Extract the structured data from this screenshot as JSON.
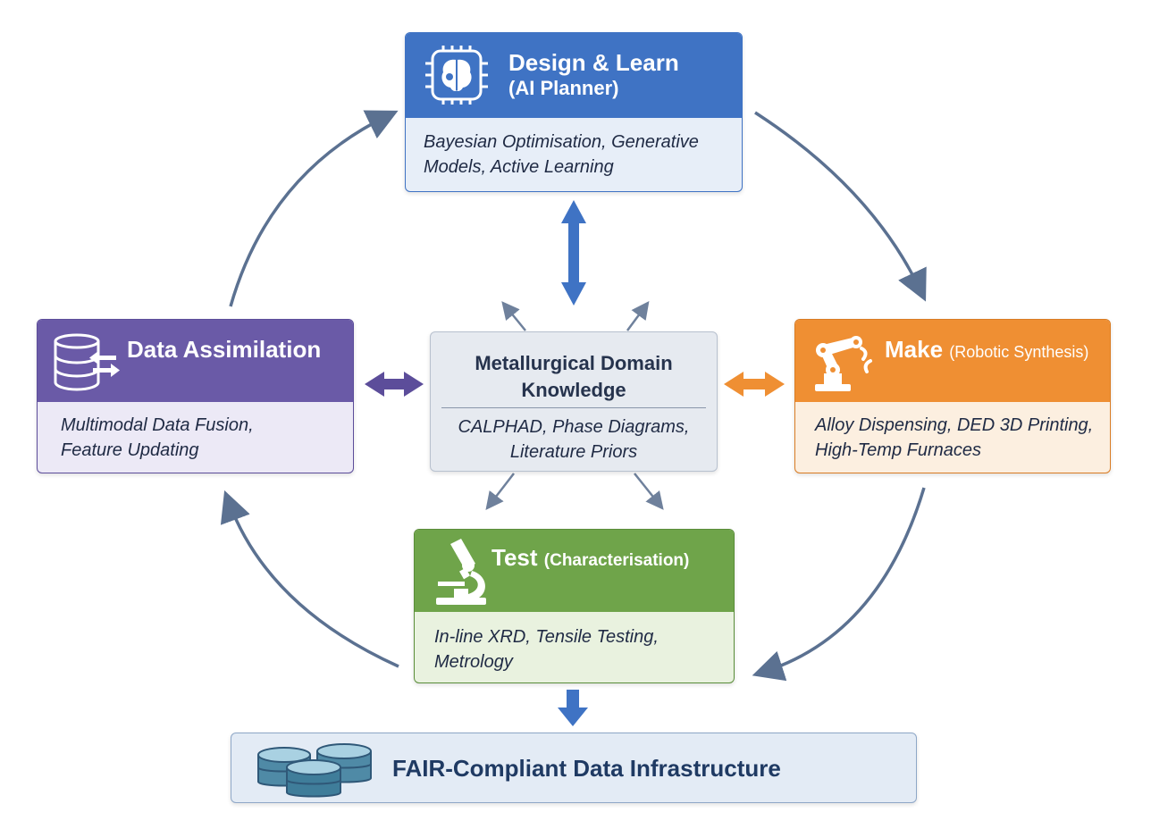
{
  "colors": {
    "design": "#3f73c4",
    "design_body": "#e7eef8",
    "data": "#6a5aa7",
    "data_body": "#ece9f6",
    "make": "#ef8f33",
    "make_body": "#fcefe0",
    "test": "#6fa44a",
    "test_body": "#e9f2df",
    "center_bg": "#e6eaf0",
    "fair_bg": "#e3ebf5",
    "cycle_arrow": "#5b7191"
  },
  "design": {
    "icon": "ai-chip-brain-icon",
    "title": "Design & Learn",
    "subtitle": "(AI Planner)",
    "body_line1": "Bayesian Optimisation, Generative",
    "body_line2": "Models, Active Learning"
  },
  "data_assimilation": {
    "icon": "database-sync-icon",
    "title": "Data Assimilation",
    "body_line1": "Multimodal Data Fusion,",
    "body_line2": "Feature Updating"
  },
  "domain": {
    "title_line1": "Metallurgical Domain",
    "title_line2": "Knowledge",
    "body_line1": "CALPHAD, Phase Diagrams,",
    "body_line2": "Literature Priors"
  },
  "make": {
    "icon": "robot-arm-icon",
    "title": "Make",
    "subtitle": "(Robotic Synthesis)",
    "body_line1": "Alloy Dispensing, DED 3D Printing,",
    "body_line2": "High-Temp Furnaces"
  },
  "test": {
    "icon": "microscope-icon",
    "title": "Test",
    "subtitle": "(Characterisation)",
    "body_line1": "In-line XRD, Tensile Testing,",
    "body_line2": "Metrology"
  },
  "fair": {
    "icon": "database-cylinders-icon",
    "title": "FAIR-Compliant Data Infrastructure"
  }
}
